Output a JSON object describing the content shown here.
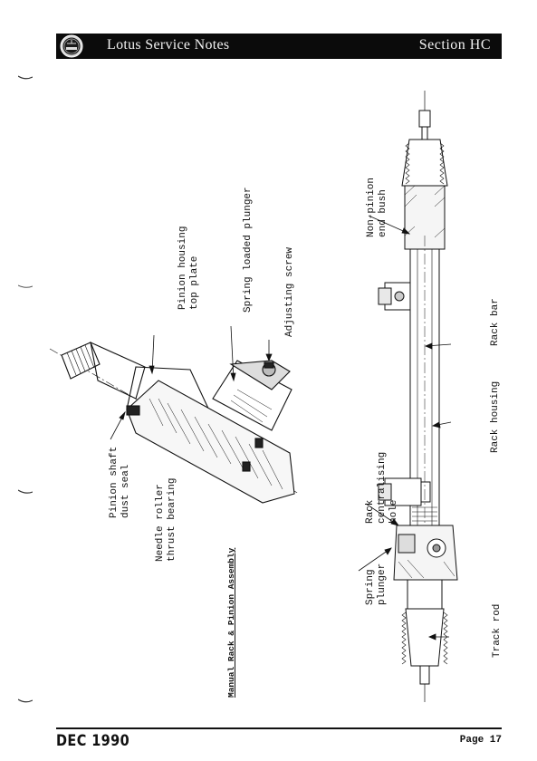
{
  "header": {
    "title": "Lotus Service Notes",
    "section": "Section HC",
    "logo_text": "LOTUS"
  },
  "figure": {
    "caption": "Manual Rack & Pinion Assembly",
    "pinion_labels": [
      {
        "id": "pinion-shaft-dust-seal",
        "lines": [
          "Pinion shaft",
          "dust seal"
        ]
      },
      {
        "id": "needle-roller-thrust-bearing",
        "lines": [
          "Needle roller",
          "thrust bearing"
        ]
      },
      {
        "id": "pinion-housing-top-plate",
        "lines": [
          "Pinion housing",
          "top plate"
        ]
      },
      {
        "id": "spring-loaded-plunger",
        "lines": [
          "Spring loaded plunger"
        ]
      },
      {
        "id": "adjusting-screw",
        "lines": [
          "Adjusting screw"
        ]
      }
    ],
    "rack_labels": [
      {
        "id": "spring-plunger",
        "lines": [
          "Spring",
          "plunger"
        ]
      },
      {
        "id": "rack-centralising-hole",
        "lines": [
          "Rack",
          "centralising",
          "hole"
        ]
      },
      {
        "id": "non-pinion-end-bush",
        "lines": [
          "Non-pinion",
          "end bush"
        ]
      },
      {
        "id": "rack-housing",
        "lines": [
          "Rack housing"
        ]
      },
      {
        "id": "rack-bar",
        "lines": [
          "Rack bar"
        ]
      },
      {
        "id": "track-rod",
        "lines": [
          "Track rod"
        ]
      }
    ]
  },
  "footer": {
    "date": "DEC 1990",
    "page": "Page 17"
  }
}
